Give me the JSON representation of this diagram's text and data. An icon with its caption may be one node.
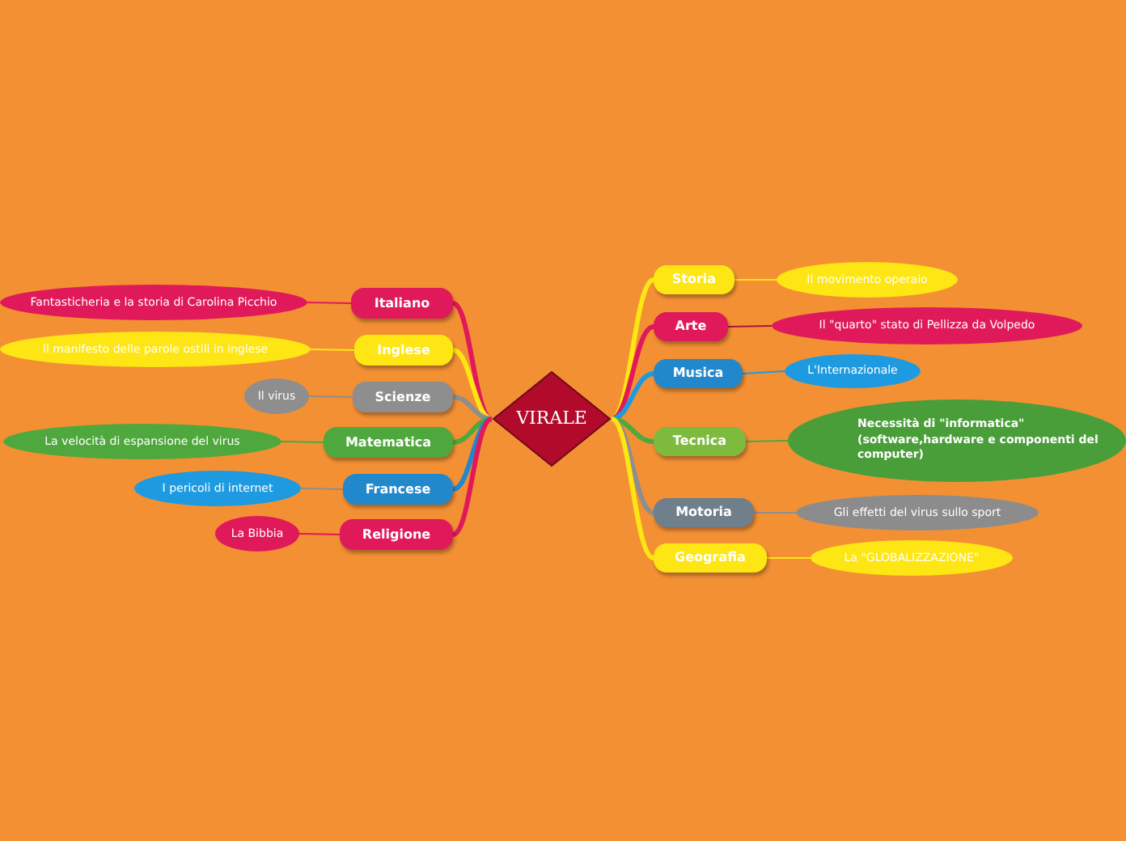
{
  "diagram": {
    "nodes": [
      {
        "text": [
          "VIRALE"
        ]
      },
      {
        "text": [
          "Italiano"
        ]
      },
      {
        "text": [
          "Fantasticheria e la storia di Carolina Picchio"
        ]
      },
      {
        "text": [
          "Inglese"
        ]
      },
      {
        "text": [
          "Il manifesto delle parole ostili in inglese"
        ]
      },
      {
        "text": [
          "Scienze"
        ]
      },
      {
        "text": [
          "Il virus"
        ]
      },
      {
        "text": [
          "Matematica"
        ]
      },
      {
        "text": [
          "La velocità di espansione del virus"
        ]
      },
      {
        "text": [
          "Francese"
        ]
      },
      {
        "text": [
          "I pericoli di internet"
        ]
      },
      {
        "text": [
          "Religione"
        ]
      },
      {
        "text": [
          "La Bibbia"
        ]
      },
      {
        "text": [
          "Storia"
        ]
      },
      {
        "text": [
          "Il movimento operaio"
        ]
      },
      {
        "text": [
          "Arte"
        ]
      },
      {
        "text": [
          "Il \"quarto\" stato di Pellizza da Volpedo"
        ]
      },
      {
        "text": [
          "Musica"
        ]
      },
      {
        "text": [
          "L'Internazionale"
        ]
      },
      {
        "text": [
          "Tecnica"
        ]
      },
      {
        "text": [
          "Necessità di \"informatica\" (software,hardware e componenti del computer)"
        ]
      },
      {
        "text": [
          "Motoria"
        ]
      },
      {
        "text": [
          "Gli effetti del virus sullo sport"
        ]
      },
      {
        "text": [
          "Geografia"
        ]
      },
      {
        "text": [
          "La \"GLOBALIZZAZIONE\""
        ]
      }
    ],
    "edges": [
      {
        "from": 0,
        "to": 1,
        "arrow": "none",
        "style": "thick",
        "color": "#e0195a"
      },
      {
        "from": 1,
        "to": 2,
        "arrow": "none",
        "color": "#e0195a"
      },
      {
        "from": 0,
        "to": 3,
        "arrow": "none",
        "style": "thick",
        "color": "#fde613"
      },
      {
        "from": 3,
        "to": 4,
        "arrow": "none",
        "color": "#fde613"
      },
      {
        "from": 0,
        "to": 5,
        "arrow": "none",
        "style": "thick",
        "color": "#8e8e8e"
      },
      {
        "from": 5,
        "to": 6,
        "arrow": "none",
        "color": "#8e8e8e"
      },
      {
        "from": 0,
        "to": 7,
        "arrow": "none",
        "style": "thick",
        "color": "#4fa83d"
      },
      {
        "from": 7,
        "to": 8,
        "arrow": "none",
        "color": "#4fa83d"
      },
      {
        "from": 0,
        "to": 9,
        "arrow": "none",
        "style": "thick",
        "color": "#2288cc"
      },
      {
        "from": 9,
        "to": 10,
        "arrow": "none",
        "color": "#8e8e8e"
      },
      {
        "from": 0,
        "to": 11,
        "arrow": "none",
        "style": "thick",
        "color": "#e0195a"
      },
      {
        "from": 11,
        "to": 12,
        "arrow": "none",
        "color": "#e0195a"
      },
      {
        "from": 0,
        "to": 13,
        "arrow": "none",
        "style": "thick",
        "color": "#fde613"
      },
      {
        "from": 13,
        "to": 14,
        "arrow": "none",
        "color": "#fde613"
      },
      {
        "from": 0,
        "to": 15,
        "arrow": "none",
        "style": "thick",
        "color": "#e0195a"
      },
      {
        "from": 15,
        "to": 16,
        "arrow": "none",
        "color": "#b0123f"
      },
      {
        "from": 0,
        "to": 17,
        "arrow": "none",
        "style": "thick",
        "color": "#1e9be0"
      },
      {
        "from": 17,
        "to": 18,
        "arrow": "none",
        "color": "#1e9be0"
      },
      {
        "from": 0,
        "to": 19,
        "arrow": "none",
        "style": "thick",
        "color": "#4fa83d"
      },
      {
        "from": 19,
        "to": 20,
        "arrow": "none",
        "color": "#4fa83d"
      },
      {
        "from": 0,
        "to": 21,
        "arrow": "none",
        "style": "thick",
        "color": "#8e8e8e"
      },
      {
        "from": 21,
        "to": 22,
        "arrow": "none",
        "color": "#8e8e8e"
      },
      {
        "from": 0,
        "to": 23,
        "arrow": "none",
        "style": "thick",
        "color": "#fde613"
      },
      {
        "from": 23,
        "to": 24,
        "arrow": "none",
        "color": "#fde613"
      }
    ]
  }
}
